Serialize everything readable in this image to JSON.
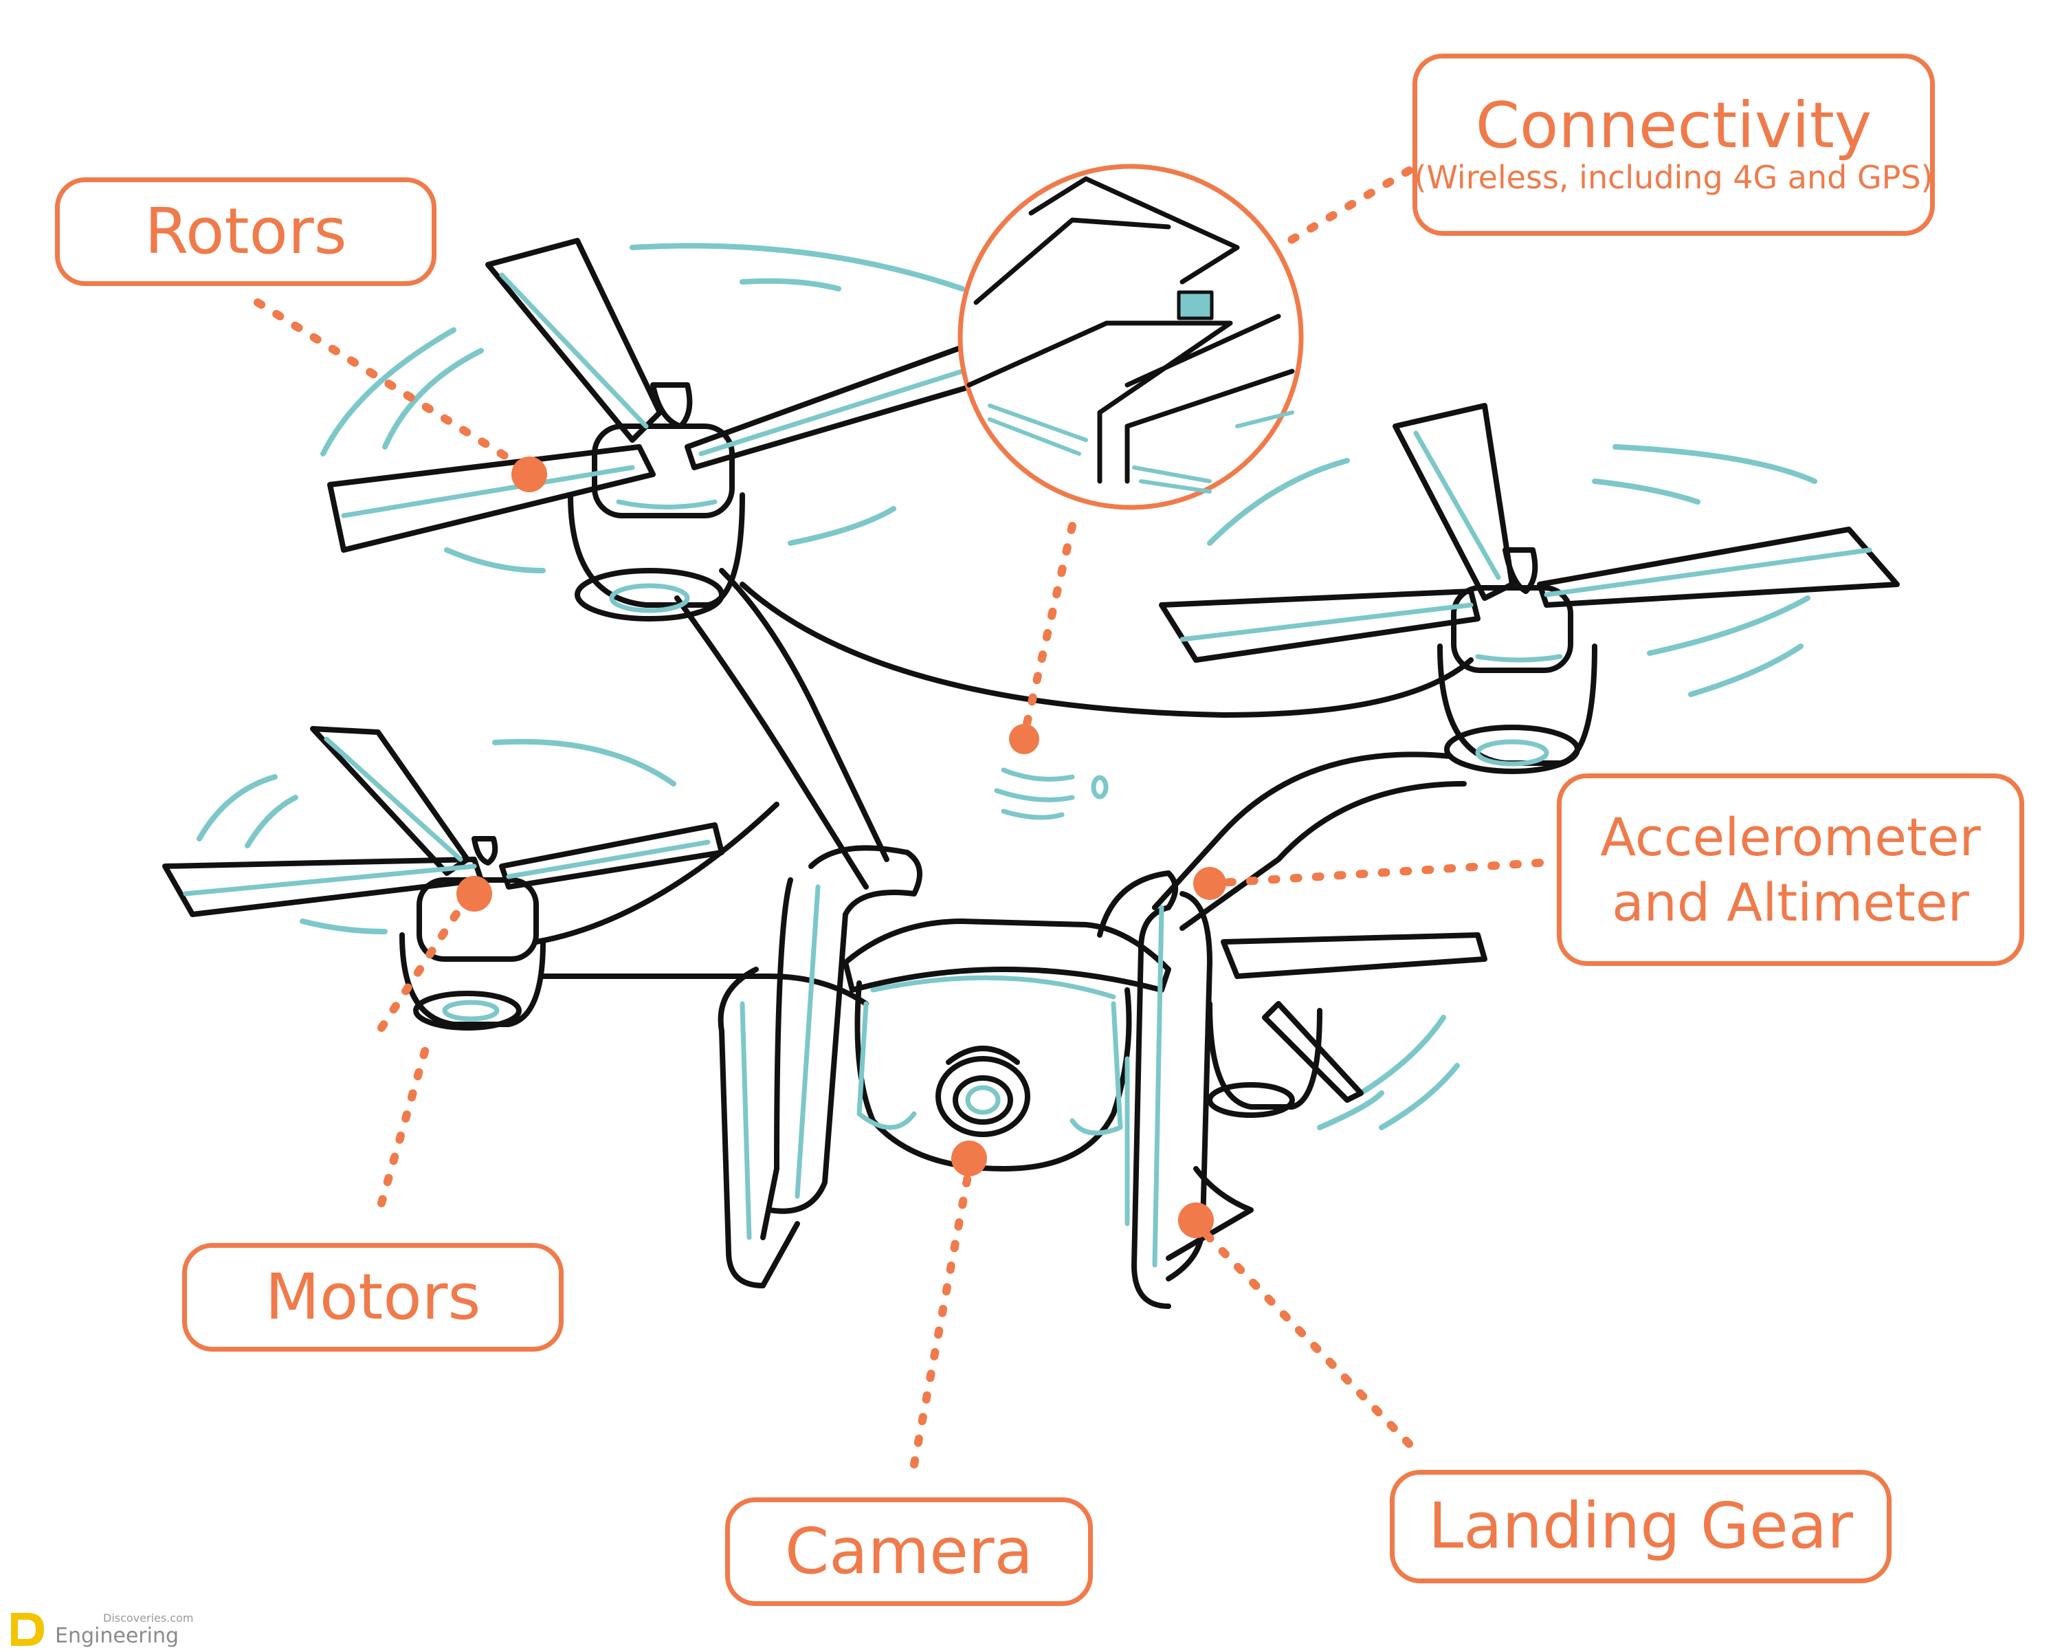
{
  "colors": {
    "accent": "#f07a4a",
    "outline": "#111111",
    "highlight": "#7cc7c9",
    "background": "#ffffff"
  },
  "labels": {
    "rotors": "Rotors",
    "connectivity": "Connectivity",
    "connectivity_sub": "(Wireless, including 4G and GPS)",
    "accelerometer_line1": "Accelerometer",
    "accelerometer_line2": "and Altimeter",
    "motors": "Motors",
    "camera": "Camera",
    "landing_gear": "Landing Gear"
  },
  "watermark": {
    "small_text": "Discoveries.com",
    "big_text": "Engineering"
  }
}
